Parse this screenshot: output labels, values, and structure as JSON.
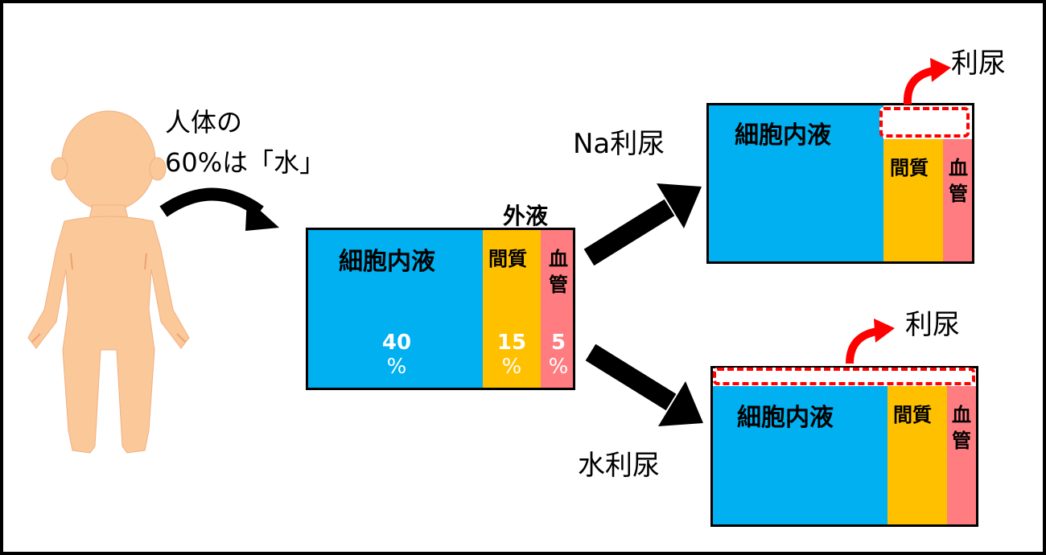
{
  "intro": {
    "line1": "人体の",
    "line2": "60%は「水」"
  },
  "main_box": {
    "extracellular_label": "外液",
    "intracellular_label": "細胞内液",
    "interstitial_label": "間質",
    "vessel_label_1": "血",
    "vessel_label_2": "管",
    "intracellular_pct": "40",
    "interstitial_pct": "15",
    "vessel_pct": "5",
    "pct_sign": "%"
  },
  "na_diuresis": {
    "label": "Na利尿",
    "out_label": "利尿",
    "intracellular_label": "細胞内液",
    "interstitial_label": "間質",
    "vessel_label_1": "血",
    "vessel_label_2": "管"
  },
  "water_diuresis": {
    "label": "水利尿",
    "out_label": "利尿",
    "intracellular_label": "細胞内液",
    "interstitial_label": "間質",
    "vessel_label_1": "血",
    "vessel_label_2": "管"
  },
  "colors": {
    "intracellular": "#00b0f0",
    "interstitial": "#ffc000",
    "vessel": "#ff7c80",
    "skin": "#fbc89a",
    "outflow_arrow": "#ff0000"
  }
}
